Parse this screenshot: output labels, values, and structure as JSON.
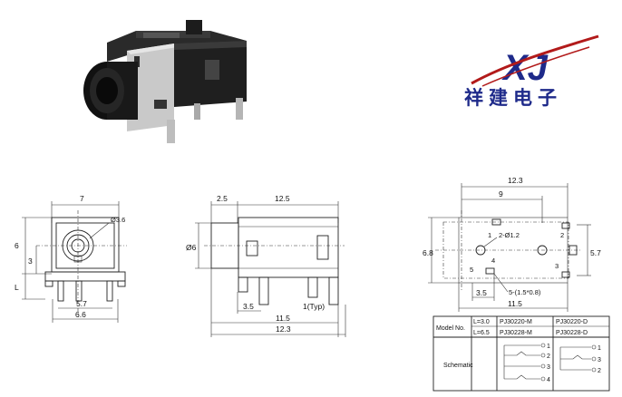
{
  "brand": {
    "logo_letters": "XJ",
    "company_name": "祥建电子"
  },
  "front_view": {
    "width": "7",
    "hole_diameter": "Ø3.6",
    "height": "6",
    "center_height": "3",
    "leg_label": "L",
    "pin_span_inner": "5.7",
    "pin_span_outer": "6.6"
  },
  "side_view": {
    "flange": "2.5",
    "body_length": "12.5",
    "diameter": "Ø6",
    "pin_offset": "3.5",
    "pin_width": "1(Typ)",
    "length_to_pin": "11.5",
    "total_length": "12.3"
  },
  "pcb_view": {
    "width": "12.3",
    "offset": "9",
    "height": "6.8",
    "inner_height": "5.7",
    "hole": "2-Ø1.2",
    "pin_spacing": "3.5",
    "slot": "5-(1.5*0.8)",
    "length": "11.5",
    "pin_labels": [
      "1",
      "2",
      "3",
      "4",
      "5"
    ]
  },
  "table": {
    "header": "Model No.",
    "rows": [
      {
        "length": "L=3.0",
        "model_m": "PJ30220-M",
        "model_d": "PJ30220-D"
      },
      {
        "length": "L=6.5",
        "model_m": "PJ30228-M",
        "model_d": "PJ30228-D"
      }
    ],
    "schematic_label": "Schematic",
    "schematic_m_pins": [
      "1",
      "2",
      "3",
      "4"
    ],
    "schematic_d_pins": [
      "1",
      "3",
      "2"
    ]
  }
}
